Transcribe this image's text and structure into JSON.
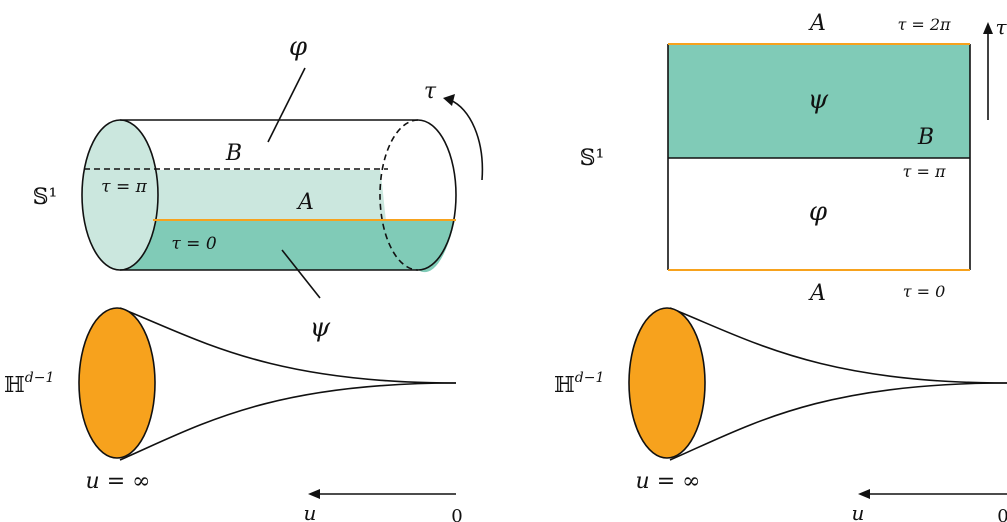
{
  "left_figure": {
    "labels": {
      "phi": "φ",
      "tau": "τ",
      "B": "B",
      "tau_pi": "τ = π",
      "A": "A",
      "tau_zero": "τ = 0",
      "psi": "ψ",
      "S1": "𝕊¹",
      "H": "ℍ",
      "H_sup": "d−1",
      "u_inf": "u = ∞",
      "u": "u",
      "zero": "0"
    }
  },
  "right_figure": {
    "labels": {
      "A_top": "A",
      "tau_2pi": "τ = 2π",
      "tau_arrow": "τ",
      "psi": "ψ",
      "B": "B",
      "tau_pi": "τ = π",
      "S1": "𝕊¹",
      "phi": "φ",
      "A_bottom": "A",
      "tau_zero": "τ = 0",
      "H": "ℍ",
      "H_sup": "d−1",
      "u_inf": "u = ∞",
      "u": "u",
      "zero": "0"
    }
  },
  "colors": {
    "teal": "#80CBB7",
    "light_teal": "#CBE7DE",
    "orange": "#F7A21D",
    "stroke": "#111111"
  }
}
